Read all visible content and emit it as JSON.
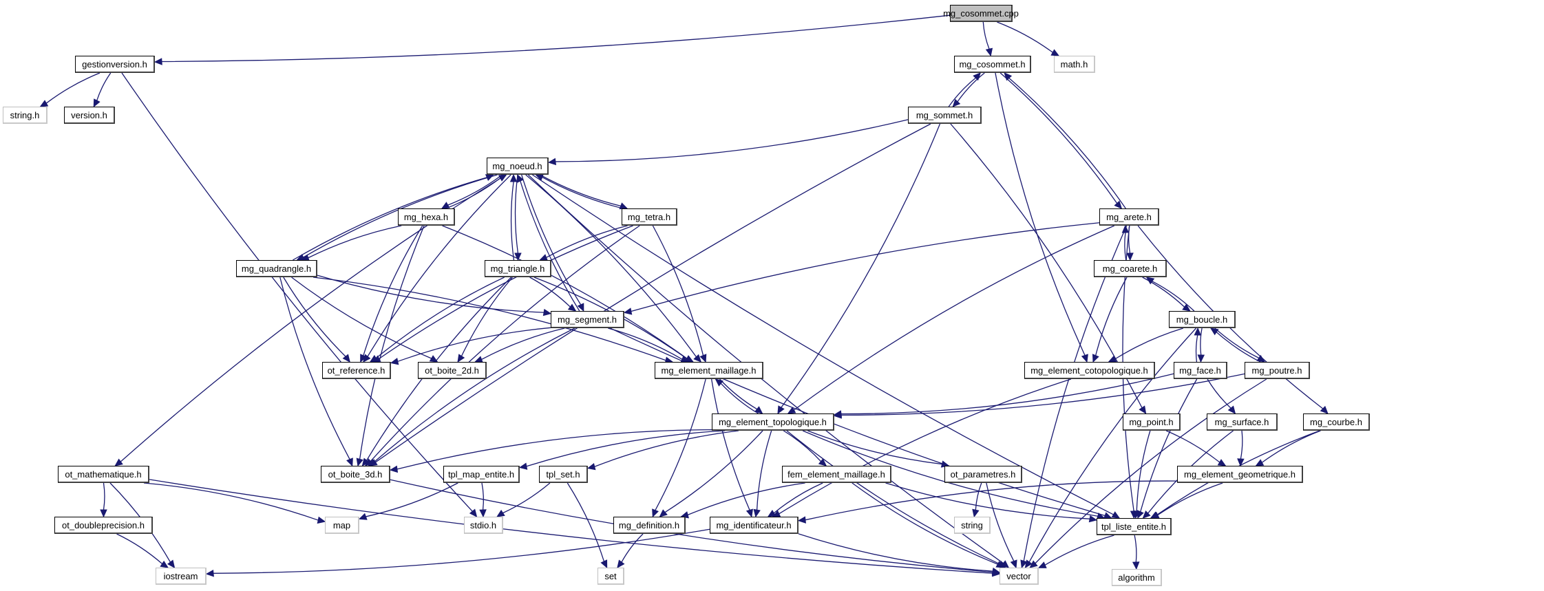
{
  "title": "mg_cosommet.cpp include dependency graph",
  "colors": {
    "edge": "#191970",
    "root_fill": "#bfbfbf",
    "external_border": "#bfbfbf"
  },
  "nodes": [
    {
      "id": "mg_cosommet_cpp",
      "label": "mg_cosommet.cpp",
      "kind": "root"
    },
    {
      "id": "gestionversion_h",
      "label": "gestionversion.h",
      "kind": "local"
    },
    {
      "id": "mg_cosommet_h",
      "label": "mg_cosommet.h",
      "kind": "local"
    },
    {
      "id": "math_h",
      "label": "math.h",
      "kind": "external"
    },
    {
      "id": "string_h",
      "label": "string.h",
      "kind": "external"
    },
    {
      "id": "version_h",
      "label": "version.h",
      "kind": "local"
    },
    {
      "id": "mg_sommet_h",
      "label": "mg_sommet.h",
      "kind": "local"
    },
    {
      "id": "mg_noeud_h",
      "label": "mg_noeud.h",
      "kind": "local"
    },
    {
      "id": "mg_hexa_h",
      "label": "mg_hexa.h",
      "kind": "local"
    },
    {
      "id": "mg_tetra_h",
      "label": "mg_tetra.h",
      "kind": "local"
    },
    {
      "id": "mg_arete_h",
      "label": "mg_arete.h",
      "kind": "local"
    },
    {
      "id": "mg_quadrangle_h",
      "label": "mg_quadrangle.h",
      "kind": "local"
    },
    {
      "id": "mg_triangle_h",
      "label": "mg_triangle.h",
      "kind": "local"
    },
    {
      "id": "mg_coarete_h",
      "label": "mg_coarete.h",
      "kind": "local"
    },
    {
      "id": "mg_segment_h",
      "label": "mg_segment.h",
      "kind": "local"
    },
    {
      "id": "mg_boucle_h",
      "label": "mg_boucle.h",
      "kind": "local"
    },
    {
      "id": "ot_reference_h",
      "label": "ot_reference.h",
      "kind": "local"
    },
    {
      "id": "ot_boite_2d_h",
      "label": "ot_boite_2d.h",
      "kind": "local"
    },
    {
      "id": "mg_element_maillage_h",
      "label": "mg_element_maillage.h",
      "kind": "local"
    },
    {
      "id": "mg_element_cotopologique_h",
      "label": "mg_element_cotopologique.h",
      "kind": "local"
    },
    {
      "id": "mg_face_h",
      "label": "mg_face.h",
      "kind": "local"
    },
    {
      "id": "mg_poutre_h",
      "label": "mg_poutre.h",
      "kind": "local"
    },
    {
      "id": "mg_element_topologique_h",
      "label": "mg_element_topologique.h",
      "kind": "local"
    },
    {
      "id": "mg_point_h",
      "label": "mg_point.h",
      "kind": "local"
    },
    {
      "id": "mg_surface_h",
      "label": "mg_surface.h",
      "kind": "local"
    },
    {
      "id": "mg_courbe_h",
      "label": "mg_courbe.h",
      "kind": "local"
    },
    {
      "id": "ot_mathematique_h",
      "label": "ot_mathematique.h",
      "kind": "local"
    },
    {
      "id": "ot_boite_3d_h",
      "label": "ot_boite_3d.h",
      "kind": "local"
    },
    {
      "id": "tpl_map_entite_h",
      "label": "tpl_map_entite.h",
      "kind": "local"
    },
    {
      "id": "tpl_set_h",
      "label": "tpl_set.h",
      "kind": "local"
    },
    {
      "id": "fem_element_maillage_h",
      "label": "fem_element_maillage.h",
      "kind": "local"
    },
    {
      "id": "ot_parametres_h",
      "label": "ot_parametres.h",
      "kind": "local"
    },
    {
      "id": "mg_element_geometrique_h",
      "label": "mg_element_geometrique.h",
      "kind": "local"
    },
    {
      "id": "ot_doubleprecision_h",
      "label": "ot_doubleprecision.h",
      "kind": "local"
    },
    {
      "id": "map",
      "label": "map",
      "kind": "external"
    },
    {
      "id": "stdio_h",
      "label": "stdio.h",
      "kind": "external"
    },
    {
      "id": "mg_definition_h",
      "label": "mg_definition.h",
      "kind": "local"
    },
    {
      "id": "mg_identificateur_h",
      "label": "mg_identificateur.h",
      "kind": "local"
    },
    {
      "id": "string",
      "label": "string",
      "kind": "external"
    },
    {
      "id": "tpl_liste_entite_h",
      "label": "tpl_liste_entite.h",
      "kind": "local"
    },
    {
      "id": "iostream",
      "label": "iostream",
      "kind": "external"
    },
    {
      "id": "set",
      "label": "set",
      "kind": "external"
    },
    {
      "id": "vector",
      "label": "vector",
      "kind": "external"
    },
    {
      "id": "algorithm",
      "label": "algorithm",
      "kind": "external"
    }
  ],
  "edges": [
    [
      "mg_cosommet_cpp",
      "gestionversion_h"
    ],
    [
      "mg_cosommet_cpp",
      "mg_cosommet_h"
    ],
    [
      "mg_cosommet_cpp",
      "math_h"
    ],
    [
      "gestionversion_h",
      "string_h"
    ],
    [
      "gestionversion_h",
      "version_h"
    ],
    [
      "gestionversion_h",
      "stdio_h"
    ],
    [
      "mg_cosommet_h",
      "mg_sommet_h"
    ],
    [
      "mg_cosommet_h",
      "mg_arete_h"
    ],
    [
      "mg_cosommet_h",
      "mg_element_cotopologique_h"
    ],
    [
      "mg_sommet_h",
      "mg_cosommet_h"
    ],
    [
      "mg_sommet_h",
      "mg_noeud_h"
    ],
    [
      "mg_sommet_h",
      "mg_element_topologique_h"
    ],
    [
      "mg_sommet_h",
      "mg_point_h"
    ],
    [
      "mg_sommet_h",
      "ot_boite_3d_h"
    ],
    [
      "mg_noeud_h",
      "mg_hexa_h"
    ],
    [
      "mg_noeud_h",
      "mg_tetra_h"
    ],
    [
      "mg_noeud_h",
      "mg_quadrangle_h"
    ],
    [
      "mg_noeud_h",
      "mg_triangle_h"
    ],
    [
      "mg_noeud_h",
      "mg_segment_h"
    ],
    [
      "mg_noeud_h",
      "mg_element_maillage_h"
    ],
    [
      "mg_noeud_h",
      "ot_reference_h"
    ],
    [
      "mg_noeud_h",
      "ot_mathematique_h"
    ],
    [
      "mg_noeud_h",
      "tpl_liste_entite_h"
    ],
    [
      "mg_hexa_h",
      "mg_noeud_h"
    ],
    [
      "mg_hexa_h",
      "mg_quadrangle_h"
    ],
    [
      "mg_hexa_h",
      "mg_element_maillage_h"
    ],
    [
      "mg_hexa_h",
      "ot_reference_h"
    ],
    [
      "mg_hexa_h",
      "ot_boite_3d_h"
    ],
    [
      "mg_tetra_h",
      "mg_noeud_h"
    ],
    [
      "mg_tetra_h",
      "mg_triangle_h"
    ],
    [
      "mg_tetra_h",
      "mg_element_maillage_h"
    ],
    [
      "mg_tetra_h",
      "ot_reference_h"
    ],
    [
      "mg_tetra_h",
      "ot_boite_3d_h"
    ],
    [
      "mg_quadrangle_h",
      "mg_noeud_h"
    ],
    [
      "mg_quadrangle_h",
      "mg_segment_h"
    ],
    [
      "mg_quadrangle_h",
      "mg_element_maillage_h"
    ],
    [
      "mg_quadrangle_h",
      "ot_reference_h"
    ],
    [
      "mg_quadrangle_h",
      "ot_boite_2d_h"
    ],
    [
      "mg_quadrangle_h",
      "ot_boite_3d_h"
    ],
    [
      "mg_triangle_h",
      "mg_noeud_h"
    ],
    [
      "mg_triangle_h",
      "mg_segment_h"
    ],
    [
      "mg_triangle_h",
      "mg_element_maillage_h"
    ],
    [
      "mg_triangle_h",
      "ot_reference_h"
    ],
    [
      "mg_triangle_h",
      "ot_boite_2d_h"
    ],
    [
      "mg_triangle_h",
      "ot_boite_3d_h"
    ],
    [
      "mg_segment_h",
      "mg_noeud_h"
    ],
    [
      "mg_segment_h",
      "mg_element_maillage_h"
    ],
    [
      "mg_segment_h",
      "ot_reference_h"
    ],
    [
      "mg_segment_h",
      "ot_boite_2d_h"
    ],
    [
      "mg_segment_h",
      "ot_boite_3d_h"
    ],
    [
      "mg_segment_h",
      "tpl_liste_entite_h"
    ],
    [
      "mg_arete_h",
      "mg_cosommet_h"
    ],
    [
      "mg_arete_h",
      "mg_coarete_h"
    ],
    [
      "mg_arete_h",
      "mg_segment_h"
    ],
    [
      "mg_arete_h",
      "mg_element_topologique_h"
    ],
    [
      "mg_arete_h",
      "mg_courbe_h"
    ],
    [
      "mg_arete_h",
      "tpl_liste_entite_h"
    ],
    [
      "mg_arete_h",
      "vector"
    ],
    [
      "mg_coarete_h",
      "mg_arete_h"
    ],
    [
      "mg_coarete_h",
      "mg_boucle_h"
    ],
    [
      "mg_coarete_h",
      "mg_element_cotopologique_h"
    ],
    [
      "mg_boucle_h",
      "mg_coarete_h"
    ],
    [
      "mg_boucle_h",
      "mg_face_h"
    ],
    [
      "mg_boucle_h",
      "mg_poutre_h"
    ],
    [
      "mg_boucle_h",
      "mg_element_cotopologique_h"
    ],
    [
      "mg_boucle_h",
      "vector"
    ],
    [
      "mg_face_h",
      "mg_boucle_h"
    ],
    [
      "mg_face_h",
      "mg_element_topologique_h"
    ],
    [
      "mg_face_h",
      "mg_surface_h"
    ],
    [
      "mg_face_h",
      "tpl_liste_entite_h"
    ],
    [
      "mg_poutre_h",
      "mg_boucle_h"
    ],
    [
      "mg_poutre_h",
      "mg_element_topologique_h"
    ],
    [
      "mg_poutre_h",
      "vector"
    ],
    [
      "mg_element_maillage_h",
      "mg_element_topologique_h"
    ],
    [
      "mg_element_maillage_h",
      "mg_definition_h"
    ],
    [
      "mg_element_maillage_h",
      "mg_identificateur_h"
    ],
    [
      "mg_element_cotopologique_h",
      "mg_identificateur_h"
    ],
    [
      "mg_element_topologique_h",
      "mg_element_maillage_h"
    ],
    [
      "mg_element_topologique_h",
      "ot_boite_3d_h"
    ],
    [
      "mg_element_topologique_h",
      "tpl_map_entite_h"
    ],
    [
      "mg_element_topologique_h",
      "tpl_set_h"
    ],
    [
      "mg_element_topologique_h",
      "fem_element_maillage_h"
    ],
    [
      "mg_element_topologique_h",
      "ot_parametres_h"
    ],
    [
      "mg_element_topologique_h",
      "mg_definition_h"
    ],
    [
      "mg_element_topologique_h",
      "mg_identificateur_h"
    ],
    [
      "mg_element_topologique_h",
      "tpl_liste_entite_h"
    ],
    [
      "mg_element_topologique_h",
      "vector"
    ],
    [
      "mg_point_h",
      "mg_element_geometrique_h"
    ],
    [
      "mg_point_h",
      "tpl_liste_entite_h"
    ],
    [
      "mg_surface_h",
      "mg_element_geometrique_h"
    ],
    [
      "mg_surface_h",
      "tpl_liste_entite_h"
    ],
    [
      "mg_courbe_h",
      "mg_element_geometrique_h"
    ],
    [
      "mg_courbe_h",
      "tpl_liste_entite_h"
    ],
    [
      "ot_mathematique_h",
      "ot_doubleprecision_h"
    ],
    [
      "ot_mathematique_h",
      "map"
    ],
    [
      "ot_mathematique_h",
      "iostream"
    ],
    [
      "ot_mathematique_h",
      "vector"
    ],
    [
      "ot_doubleprecision_h",
      "iostream"
    ],
    [
      "tpl_map_entite_h",
      "map"
    ],
    [
      "tpl_map_entite_h",
      "stdio_h"
    ],
    [
      "tpl_set_h",
      "stdio_h"
    ],
    [
      "tpl_set_h",
      "set"
    ],
    [
      "fem_element_maillage_h",
      "mg_definition_h"
    ],
    [
      "fem_element_maillage_h",
      "mg_identificateur_h"
    ],
    [
      "fem_element_maillage_h",
      "tpl_liste_entite_h"
    ],
    [
      "fem_element_maillage_h",
      "vector"
    ],
    [
      "ot_parametres_h",
      "string"
    ],
    [
      "ot_parametres_h",
      "vector"
    ],
    [
      "mg_element_geometrique_h",
      "mg_identificateur_h"
    ],
    [
      "mg_element_geometrique_h",
      "tpl_liste_entite_h"
    ],
    [
      "mg_definition_h",
      "set"
    ],
    [
      "mg_identificateur_h",
      "iostream"
    ],
    [
      "mg_identificateur_h",
      "vector"
    ],
    [
      "tpl_liste_entite_h",
      "vector"
    ],
    [
      "tpl_liste_entite_h",
      "algorithm"
    ],
    [
      "ot_boite_3d_h",
      "vector"
    ],
    [
      "mg_noeud_h",
      "vector"
    ]
  ]
}
